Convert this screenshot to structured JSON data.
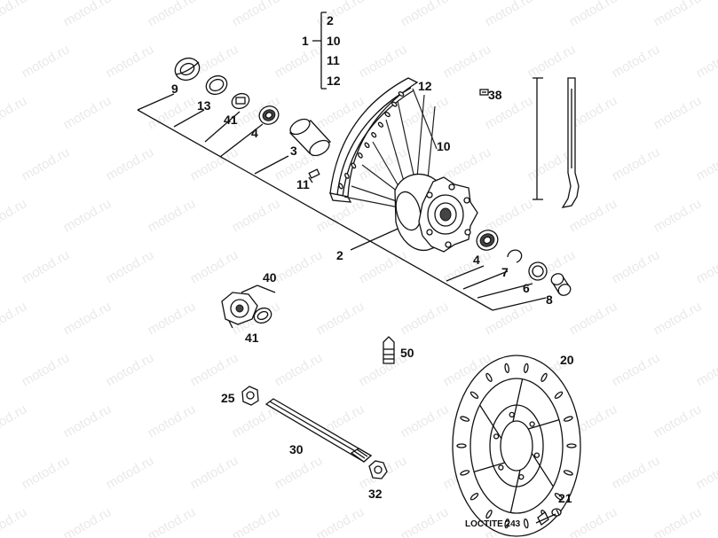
{
  "watermark": "motod.ru",
  "group_1": {
    "item": "1",
    "sub_items": [
      "2",
      "10",
      "11",
      "12"
    ]
  },
  "callouts": {
    "2": "2",
    "3": "3",
    "4": "4",
    "6": "6",
    "7": "7",
    "8": "8",
    "9": "9",
    "10": "10",
    "11": "11",
    "12": "12",
    "13": "13",
    "20": "20",
    "21": "21",
    "25": "25",
    "30": "30",
    "32": "32",
    "38": "38",
    "40": "40",
    "41": "41",
    "50": "50"
  },
  "note": "LOCTITE 243"
}
